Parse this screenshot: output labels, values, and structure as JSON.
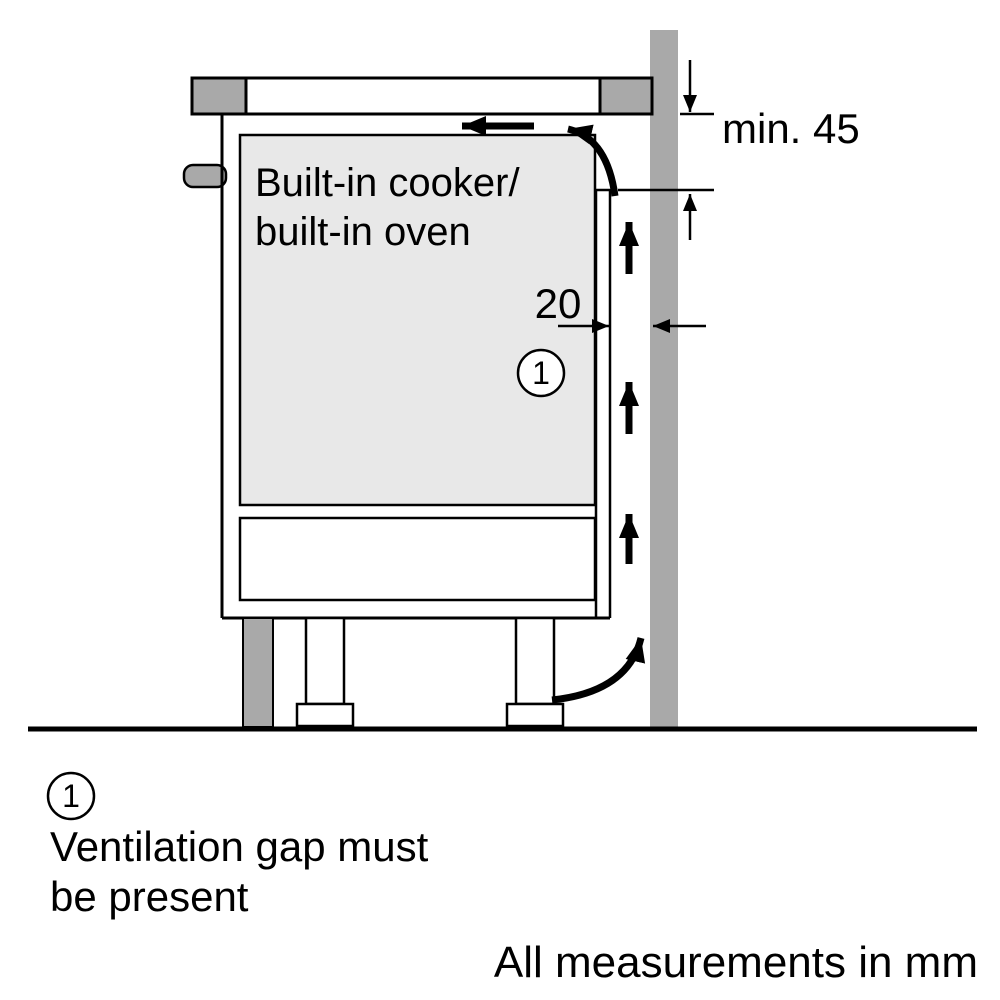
{
  "colors": {
    "wall_gray": "#a9a9a9",
    "light_gray": "#e8e8e8"
  },
  "diagram": {
    "appliance_label_line1": "Built-in cooker/",
    "appliance_label_line2": "built-in oven",
    "gap_dimension_label": "20",
    "clearance_dimension_label": "min. 45",
    "callout_number": "1"
  },
  "legend": {
    "callout_number": "1",
    "note_line1": "Ventilation gap must",
    "note_line2": "be present"
  },
  "footer": {
    "units_note": "All measurements in mm"
  }
}
